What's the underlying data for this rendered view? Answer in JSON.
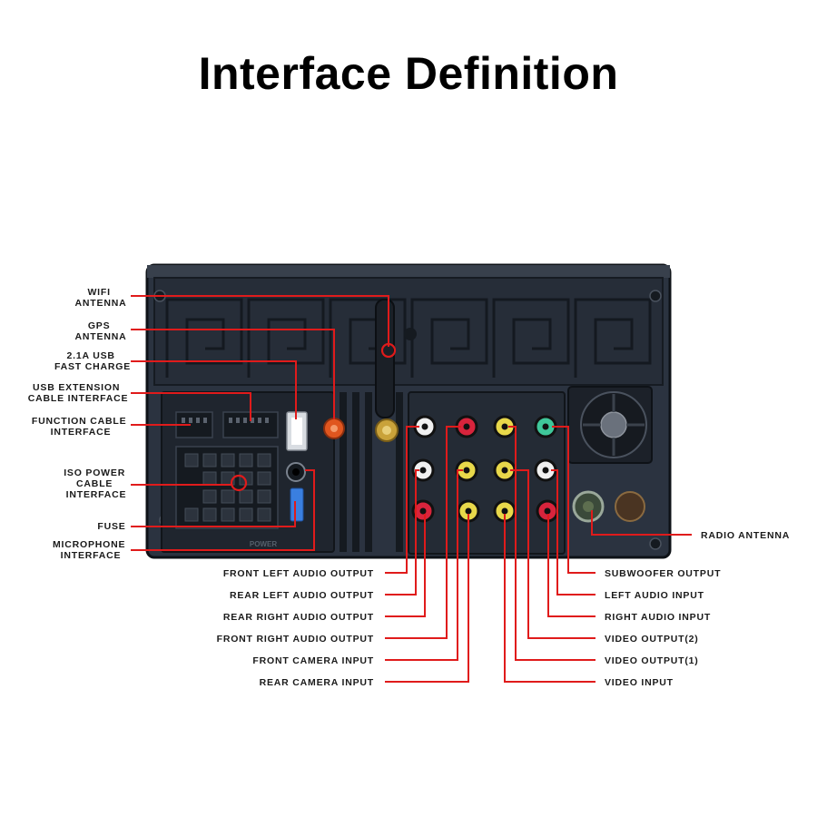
{
  "title": "Interface Definition",
  "left_labels": [
    {
      "id": "wifi",
      "lines": [
        "WIFI",
        "ANTENNA"
      ]
    },
    {
      "id": "gps",
      "lines": [
        "GPS",
        "ANTENNA"
      ]
    },
    {
      "id": "usb-charge",
      "lines": [
        "2.1A USB",
        "FAST CHARGE"
      ]
    },
    {
      "id": "usb-ext",
      "lines": [
        "USB EXTENSION",
        "CABLE INTERFACE"
      ]
    },
    {
      "id": "function",
      "lines": [
        "FUNCTION CABLE",
        "INTERFACE"
      ]
    },
    {
      "id": "iso",
      "lines": [
        "ISO POWER",
        "CABLE",
        "INTERFACE"
      ]
    },
    {
      "id": "fuse",
      "lines": [
        "FUSE"
      ]
    },
    {
      "id": "mic",
      "lines": [
        "MICROPHONE",
        "INTERFACE"
      ]
    }
  ],
  "bottom_left_labels": [
    "FRONT LEFT AUDIO OUTPUT",
    "REAR LEFT AUDIO OUTPUT",
    "REAR RIGHT AUDIO OUTPUT",
    "FRONT RIGHT AUDIO OUTPUT",
    "FRONT CAMERA INPUT",
    "REAR CAMERA INPUT"
  ],
  "bottom_right_labels": [
    "SUBWOOFER OUTPUT",
    "LEFT AUDIO INPUT",
    "RIGHT AUDIO INPUT",
    "VIDEO OUTPUT(2)",
    "VIDEO OUTPUT(1)",
    "VIDEO INPUT"
  ],
  "right_label": "RADIO ANTENNA",
  "panel_marking": "POWER",
  "colors": {
    "leader": "#e01b1b",
    "panel": "#2b3340",
    "rca_white": "#f0f0f0",
    "rca_red": "#d8243c",
    "rca_yellow": "#e8d84a",
    "rca_green": "#3fc79a",
    "gps_connector": "#e0561f",
    "wifi_connector": "#c9a23a"
  }
}
